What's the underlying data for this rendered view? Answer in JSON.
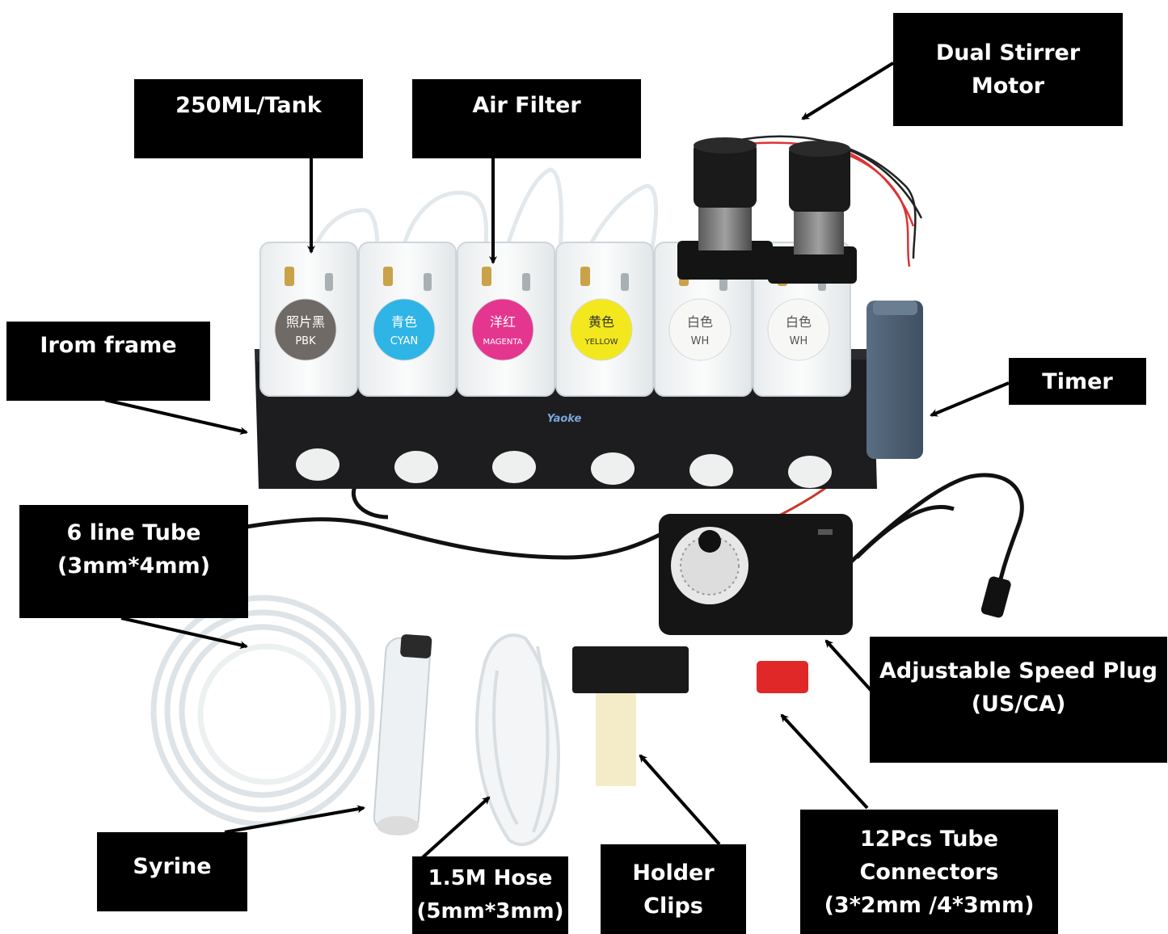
{
  "labels": {
    "tank_capacity": "250ML/Tank",
    "air_filter": "Air Filter",
    "stirrer_line1": "Dual Stirrer",
    "stirrer_line2": "Motor",
    "iron_frame": "Irom frame",
    "timer": "Timer",
    "tube_line1": "6 line Tube",
    "tube_line2": "(3mm*4mm)",
    "speed_plug_line1": "Adjustable Speed Plug",
    "speed_plug_line2": "(US/CA)",
    "syringe": "Syrine",
    "hose_line1": "1.5M Hose",
    "hose_line2": "(5mm*3mm)",
    "holder_line1": "Holder",
    "holder_line2": "Clips",
    "connectors_line1": "12Pcs Tube",
    "connectors_line2": "Connectors",
    "connectors_line3": "(3*2mm /4*3mm)"
  },
  "tanks": [
    {
      "cn": "照片黑",
      "en": "PBK",
      "color": "#6f6a66",
      "text_color": "#ffffff"
    },
    {
      "cn": "青色",
      "en": "CYAN",
      "color": "#2fb4e6",
      "text_color": "#ffffff"
    },
    {
      "cn": "洋红",
      "en": "MAGENTA",
      "color": "#e5368f",
      "text_color": "#ffffff"
    },
    {
      "cn": "黄色",
      "en": "YELLOW",
      "color": "#f3e81d",
      "text_color": "#333333"
    },
    {
      "cn": "白色",
      "en": "WH",
      "color": "#f7f7f5",
      "text_color": "#555555"
    },
    {
      "cn": "白色",
      "en": "WH",
      "color": "#f7f7f5",
      "text_color": "#555555"
    }
  ],
  "brand": "Yaoke",
  "colors": {
    "label_bg": "#000000",
    "label_text": "#ffffff",
    "frame": "#1c1c1e",
    "timer": "#4f6378"
  }
}
